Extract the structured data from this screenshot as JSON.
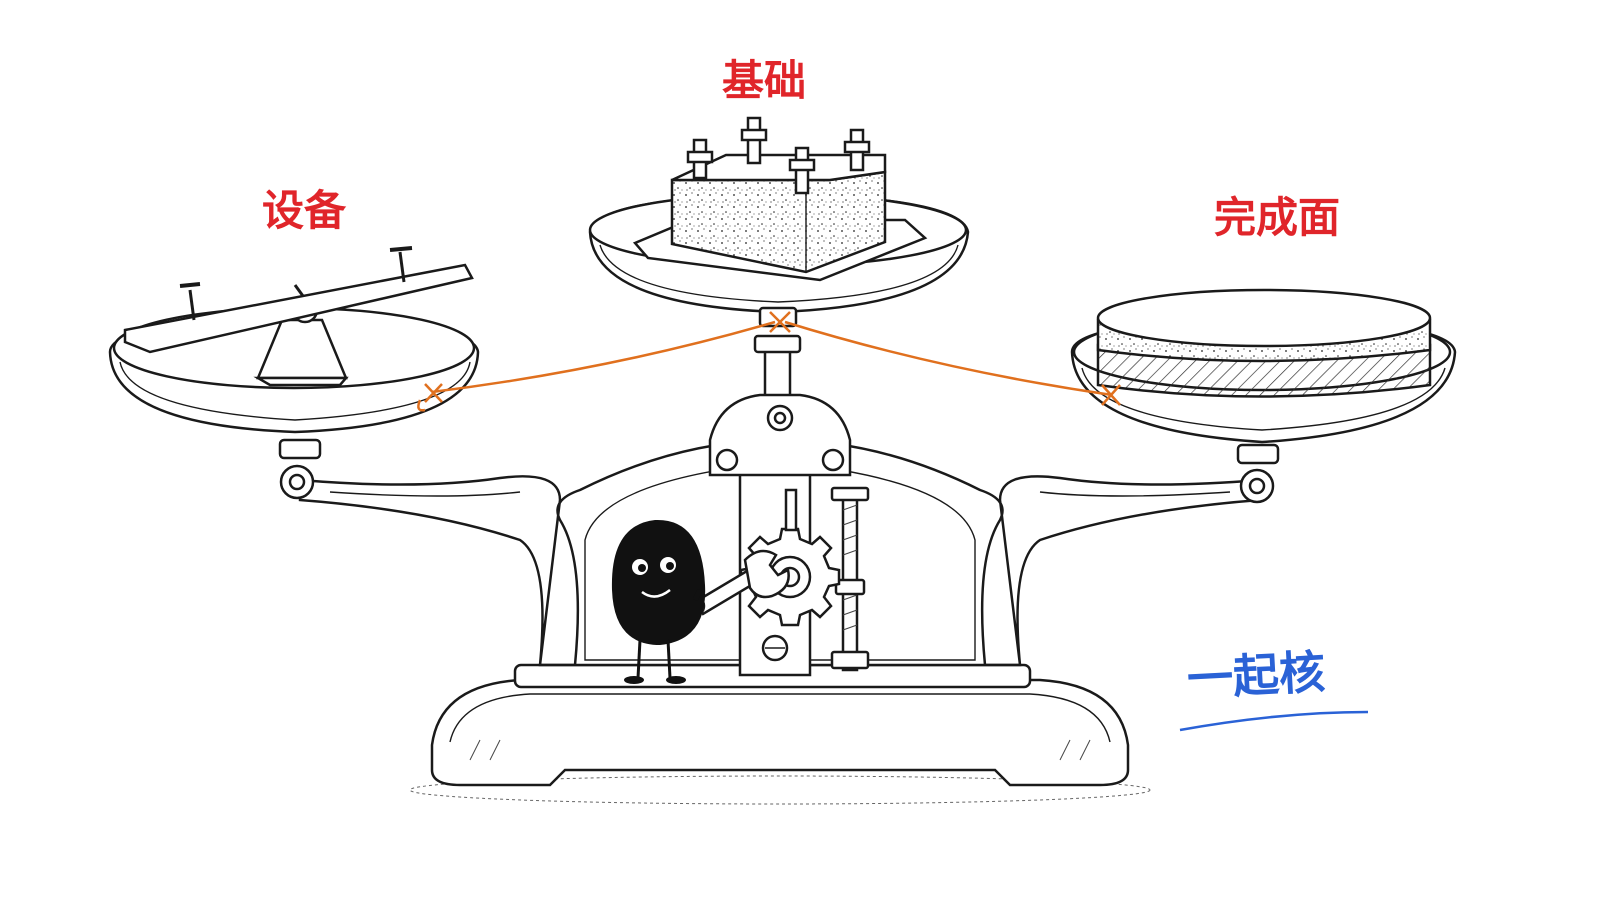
{
  "labels": {
    "left": "设备",
    "center": "基础",
    "right": "完成面",
    "signature": "一起核"
  },
  "colors": {
    "label": "#e0252a",
    "signature": "#2a62d6",
    "string": "#e0701e",
    "ink": "#1a1a1a"
  },
  "icons": {
    "scale": "balance-scale-icon",
    "mascot": "blob-mascot-icon",
    "gear": "gear-icon",
    "wrench": "wrench-icon"
  }
}
